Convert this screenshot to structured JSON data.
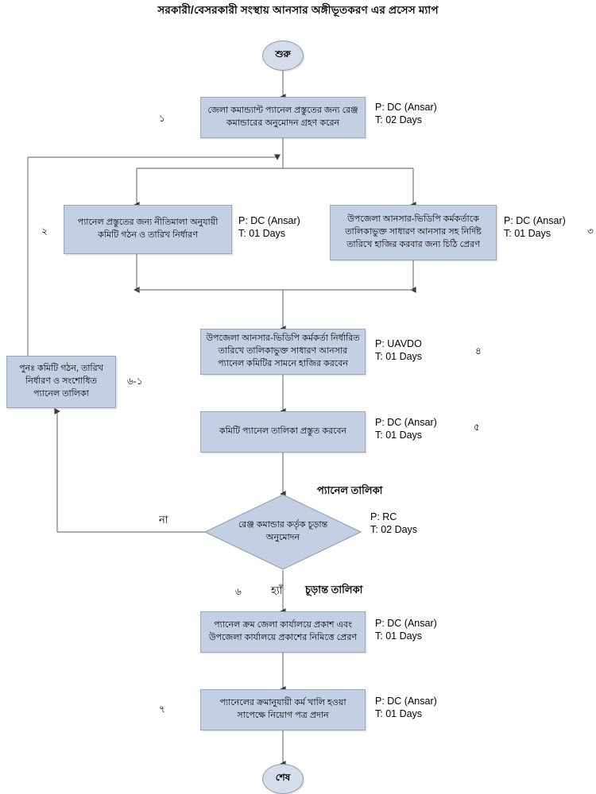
{
  "page": {
    "title": "সরকারী/বেসরকারী সংস্থায় আনসার অঙ্গীভূতকরণ এর প্রসেস ম্যাপ",
    "accent_fill": "#c3cfe2",
    "accent_stroke": "#9aa8bf",
    "terminator_fill": "#d5ddea",
    "line_color": "#7a7a7a"
  },
  "nodes": {
    "start": {
      "name": "start-terminator",
      "label": "শুরু"
    },
    "end": {
      "name": "end-terminator",
      "label": "শেষ"
    },
    "step1": {
      "text": "জেলা কমান্ড্যান্ট প্যানেল প্রস্তুতের জন্য রেঞ্জ কমান্ডারের অনুমোদন গ্রহণ করেন",
      "performer": "P: DC (Ansar)",
      "time": "T: 02 Days",
      "number": "১"
    },
    "step2": {
      "text": "প্যানেল প্রস্তুতের জন্য নীতিমালা অনুযায়ী কমিটি গঠন ও তারিখ নির্ধারণ",
      "performer": "P: DC (Ansar)",
      "time": "T: 01 Days",
      "number": "২"
    },
    "step3": {
      "text": "উপজেলা আনসার-ভিডিপি কর্মকর্তাকে তালিকাভুক্ত সাধারণ আনসার সহ নির্দিষ্ট তারিখে হাজির করবার জন্য চিঠি প্রেরণ",
      "performer": "P: DC (Ansar)",
      "time": "T: 01 Days",
      "number": "৩"
    },
    "step4": {
      "text": "উপজেলা আনসার-ভিডিপি কর্মকর্তা নির্ধারিত তারিখে তালিকাভুক্ত সাধারণ আনসার প্যানেল কমিটির সামনে হাজির করবেন",
      "performer": "P: UAVDO",
      "time": "T: 01 Days",
      "number": "৪"
    },
    "step5": {
      "text": "কমিটি প্যানেল তালিকা প্রস্তুত করবেন",
      "performer": "P: DC (Ansar)",
      "time": "T: 01 Days",
      "number": "৫"
    },
    "rework": {
      "text": "পুনঃ কমিটি গঠন, তারিখ নির্ধারণ ও সংশোধিত প্যানেল তালিকা",
      "number": "৬-১"
    },
    "decision": {
      "text": "রেঞ্জ কমান্ডার কর্তৃক চূড়ান্ত অনুমোদন",
      "performer": "P: RC",
      "time": "T: 02 Days",
      "number": "৬",
      "input_annotation": "প্যানেল তালিকা",
      "yes_label": "হ্যাঁ",
      "no_label": "না",
      "yes_annotation": "চূড়ান্ত তালিকা"
    },
    "step6": {
      "text": "প্যানেল ক্রম জেলা কার্যালয়ে প্রকাশ এবং উপজেলা কার্যালয়ে প্রকাশের নিমিত্তে প্রেরণ",
      "performer": "P: DC (Ansar)",
      "time": "T: 01 Days"
    },
    "step7": {
      "text": "প্যানেলের ক্রমানুযায়ী কর্ম খালি হওয়া সাপেক্ষে নিয়োগ পত্র প্রদান",
      "performer": "P: DC (Ansar)",
      "time": "T: 01 Days",
      "number": "৭"
    }
  }
}
